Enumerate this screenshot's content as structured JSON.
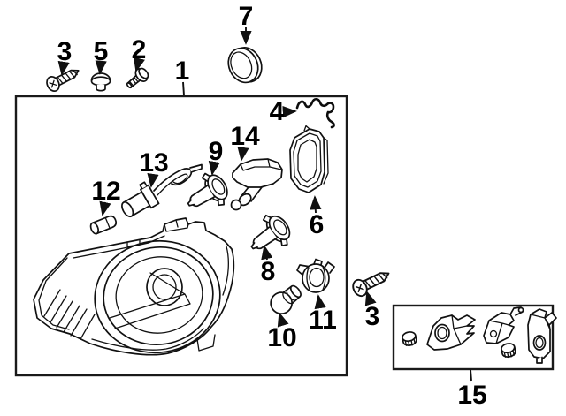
{
  "diagram": {
    "type": "exploded-parts-diagram",
    "subject": "headlamp-components",
    "background_color": "#ffffff",
    "line_color": "#111111",
    "label_color": "#000000",
    "callouts": [
      {
        "label": "3",
        "icon": "screw-icon"
      },
      {
        "label": "5",
        "icon": "push-clip-icon"
      },
      {
        "label": "2",
        "icon": "bolt-icon"
      },
      {
        "label": "1",
        "icon": "headlamp-assembly-icon"
      },
      {
        "label": "7",
        "icon": "seal-ring-icon"
      },
      {
        "label": "4",
        "icon": "wire-harness-icon"
      },
      {
        "label": "14",
        "icon": "leveling-motor-icon"
      },
      {
        "label": "9",
        "icon": "halogen-bulb-icon"
      },
      {
        "label": "13",
        "icon": "socket-pigtail-icon"
      },
      {
        "label": "12",
        "icon": "miniature-bulb-icon"
      },
      {
        "label": "6",
        "icon": "back-cover-seal-icon"
      },
      {
        "label": "8",
        "icon": "halogen-bulb-icon"
      },
      {
        "label": "10",
        "icon": "signal-bulb-icon"
      },
      {
        "label": "11",
        "icon": "bulb-socket-icon"
      },
      {
        "label": "3",
        "icon": "screw-icon"
      },
      {
        "label": "15",
        "icon": "bracket-kit-icon"
      }
    ],
    "boxes": [
      {
        "name": "assembly-outline-box",
        "callout": "1"
      },
      {
        "name": "bracket-kit-box",
        "callout": "15"
      }
    ]
  }
}
